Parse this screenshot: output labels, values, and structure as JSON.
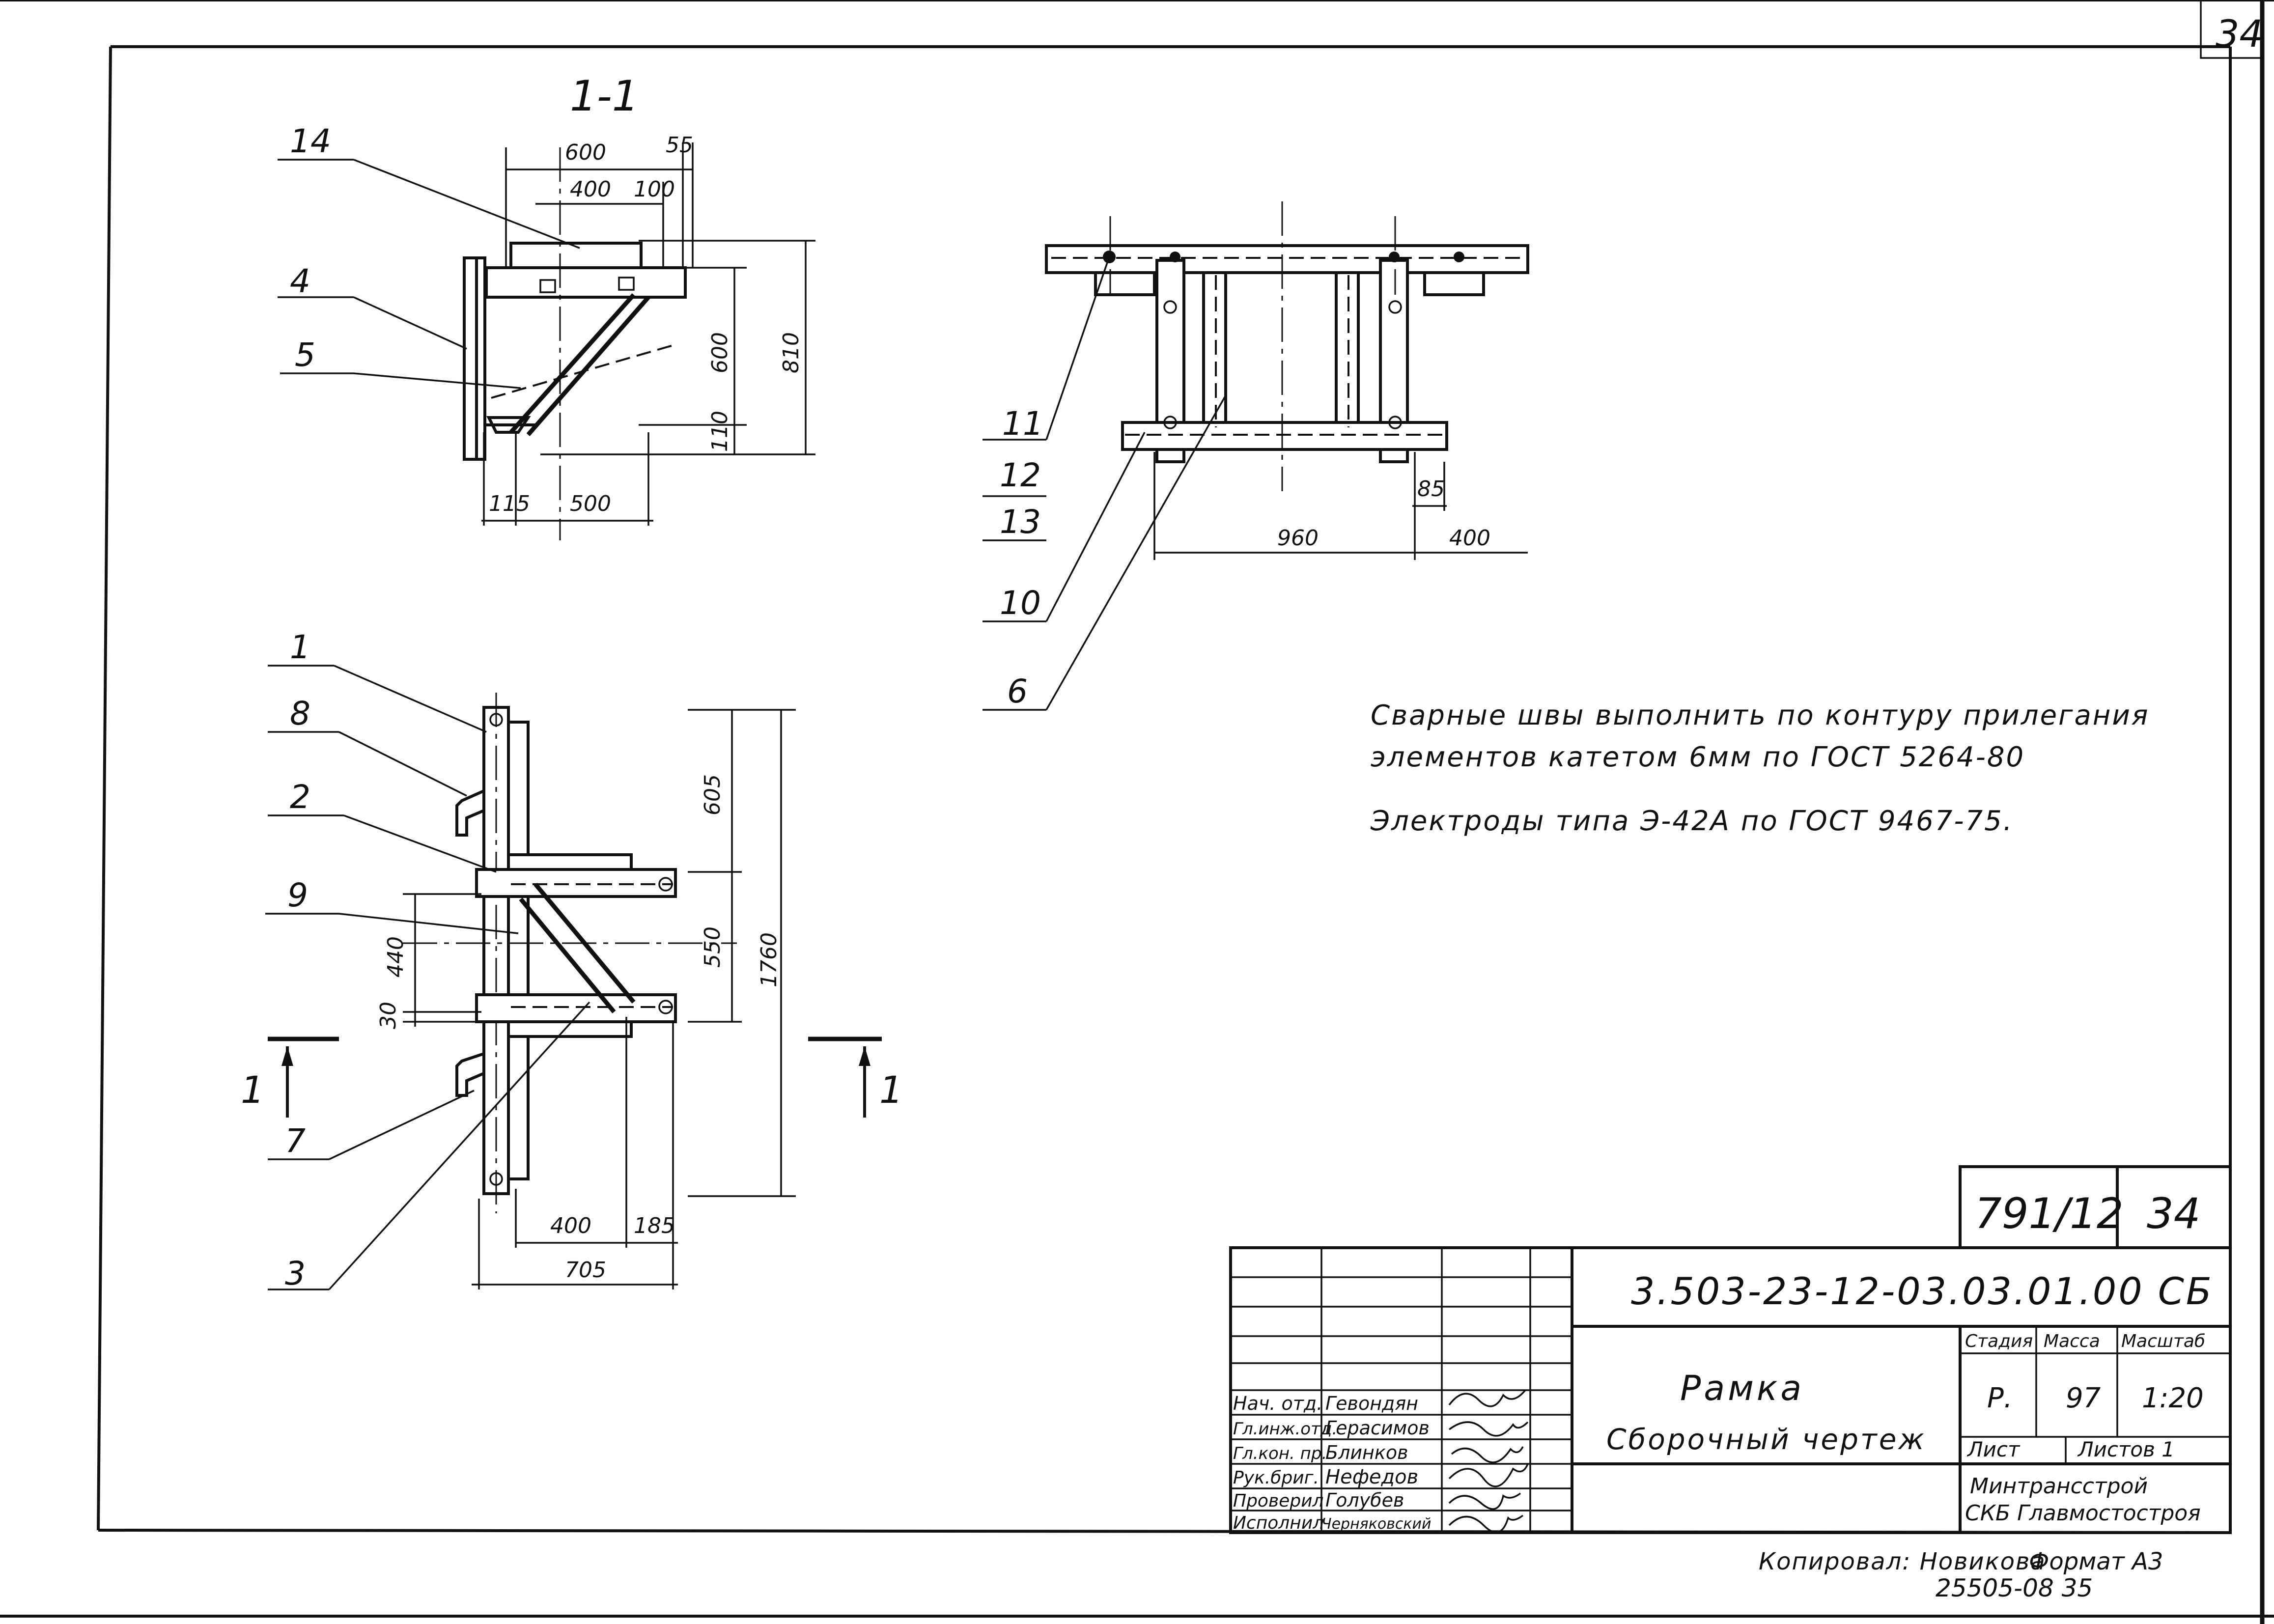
{
  "sheet_corner_number": "34",
  "section_label": "1-1",
  "section_marker": "1",
  "leader_labels": {
    "p1": "1",
    "p2": "2",
    "p3": "3",
    "p4": "4",
    "p5": "5",
    "p6": "6",
    "p7": "7",
    "p8": "8",
    "p9": "9",
    "p10": "10",
    "p11": "11",
    "p12": "12",
    "p13": "13",
    "p14": "14"
  },
  "dimensions": {
    "section": {
      "d600": "600",
      "d55": "55",
      "d400": "400",
      "d100": "100",
      "d600v": "600",
      "d810": "810",
      "d110": "110",
      "d115": "115",
      "d500": "500"
    },
    "plan": {
      "d960": "960",
      "d400": "400",
      "d85": "85"
    },
    "front": {
      "d605": "605",
      "d1760": "1760",
      "d440": "440",
      "d550": "550",
      "d30": "30",
      "d400": "400",
      "d185": "185",
      "d705": "705"
    }
  },
  "notes": [
    "Сварные швы выполнить по контуру прилегания",
    "элементов катетом 6мм по ГОСТ 5264-80",
    "Электроды типа Э-42А по ГОСТ 9467-75."
  ],
  "title_block": {
    "sheet_ref": "791/12",
    "sheet_ref_page": "34",
    "doc_code": "3.503-23-12-03.03.01.00 СБ",
    "name": "Рамка",
    "subtitle": "Сборочный чертеж",
    "stage_header": "Стадия",
    "mass_header": "Масса",
    "scale_header": "Масштаб",
    "stage": "Р.",
    "mass": "97",
    "scale": "1:20",
    "sheet_label": "Лист",
    "sheets_label": "Листов 1",
    "org_line1": "Минтрансстрой",
    "org_line2": "СКБ Главмостостроя",
    "roles": [
      {
        "role": "Нач. отд.",
        "name": "Гевондян"
      },
      {
        "role": "Гл.инж.отд.",
        "name": "Герасимов"
      },
      {
        "role": "Гл.кон. пр.",
        "name": "Блинков"
      },
      {
        "role": "Рук.бриг.",
        "name": "Нефедов"
      },
      {
        "role": "Проверил",
        "name": "Голубев"
      },
      {
        "role": "Исполнил",
        "name": "Черняковский"
      }
    ]
  },
  "footer": {
    "copied_by": "Копировал: Новикова",
    "format": "Формат А3",
    "archive": "25505-08 35"
  }
}
